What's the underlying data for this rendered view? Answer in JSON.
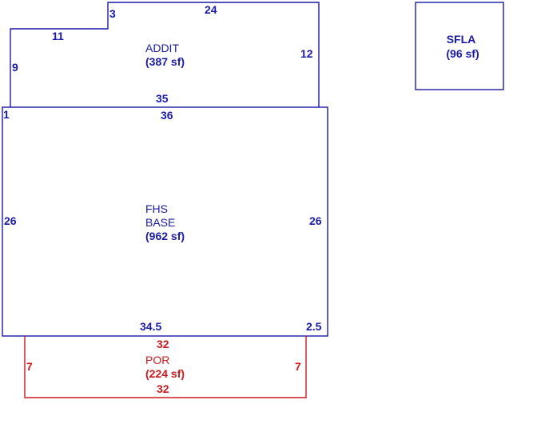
{
  "colors": {
    "living": "#1a1aa8",
    "porch": "#cc1a1a",
    "background": "#ffffff"
  },
  "areas": {
    "addit": {
      "name": "ADDIT",
      "area": "(387 sf)",
      "dims": {
        "top_step": "3",
        "top": "24",
        "left_top": "11",
        "left": "9",
        "right": "12",
        "bottom": "35"
      }
    },
    "base": {
      "name_line1": "FHS",
      "name_line2": "BASE",
      "area": "(962 sf)",
      "dims": {
        "corner": "1",
        "top": "36",
        "left": "26",
        "right": "26",
        "bottom": "34.5",
        "bottom_right": "2.5"
      }
    },
    "porch": {
      "name": "POR",
      "area": "(224 sf)",
      "dims": {
        "top": "32",
        "left": "7",
        "right": "7",
        "bottom": "32"
      }
    },
    "sfla": {
      "name": "SFLA",
      "area": "(96 sf)"
    }
  }
}
